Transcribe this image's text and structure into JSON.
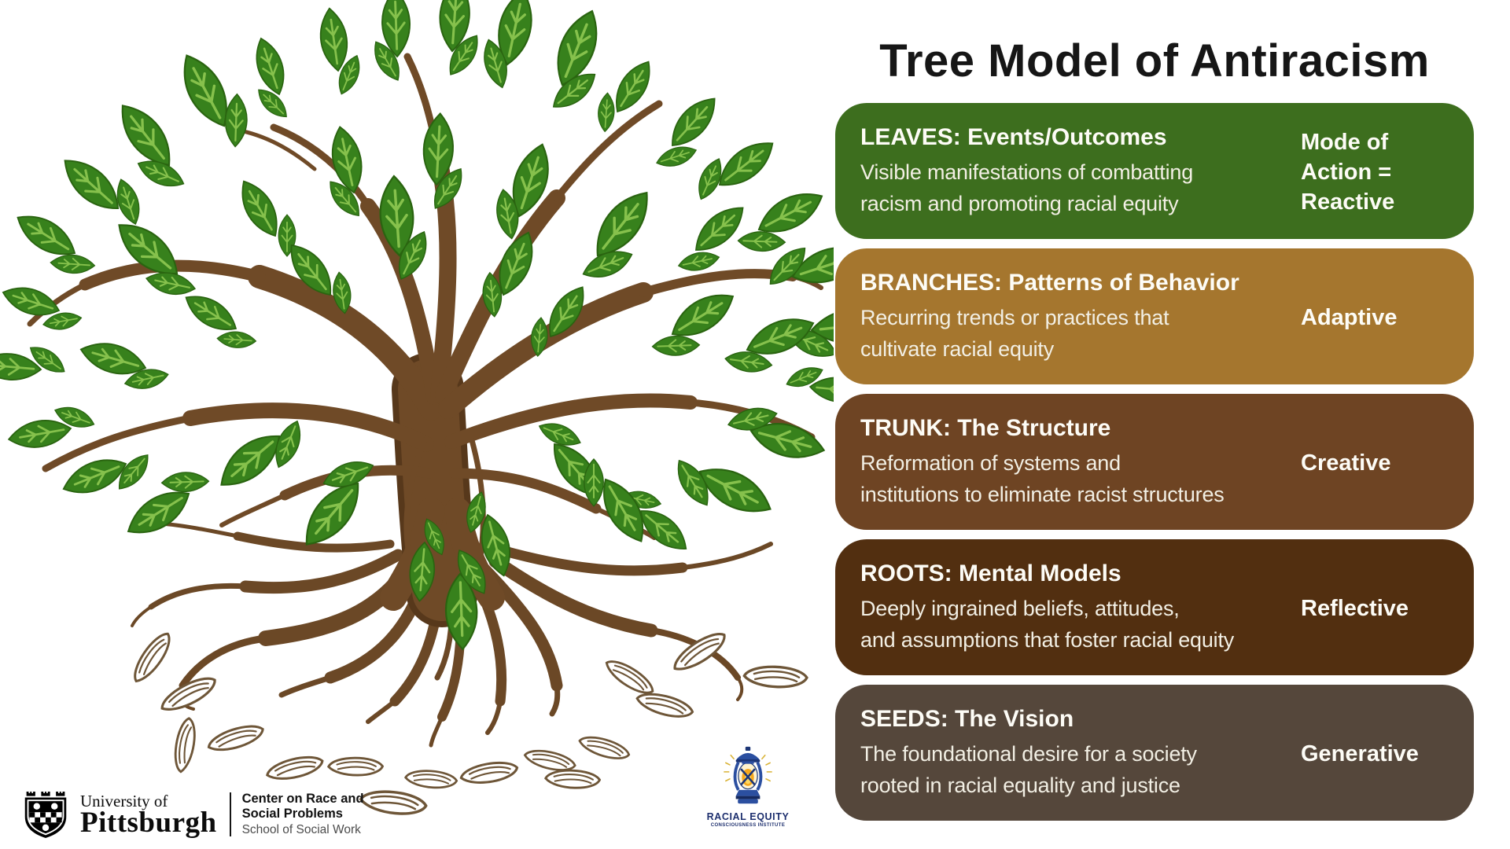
{
  "title": "Tree Model of Antiracism",
  "colors": {
    "title_color": "#161616",
    "leaf_green": "#37811c",
    "leaf_dark": "#2a6410",
    "leaf_vein": "#86c14c",
    "wood_brown": "#6f4a27",
    "wood_dark": "#57381b",
    "root_brown": "#6b4826",
    "seed_outline": "#6e5638",
    "lantern_blue": "#2b4fa0",
    "lantern_navy": "#1c3576",
    "lantern_flame": "#f6a81c",
    "lantern_text": "#1d2f6e"
  },
  "cards": [
    {
      "id": "leaves",
      "color": "#3d6e1e",
      "heading": "LEAVES: Events/Outcomes",
      "body": [
        "Visible manifestations of combatting",
        "racism and promoting racial equity"
      ],
      "mode": [
        "Mode of",
        "Action =",
        "Reactive"
      ]
    },
    {
      "id": "branches",
      "color": "#a5762e",
      "heading": "BRANCHES: Patterns of Behavior",
      "body": [
        "Recurring trends or practices that",
        "cultivate racial equity"
      ],
      "mode": [
        "Adaptive"
      ]
    },
    {
      "id": "trunk",
      "color": "#6e4423",
      "heading": "TRUNK: The Structure",
      "body": [
        "Reformation of systems and",
        "institutions to eliminate racist structures"
      ],
      "mode": [
        "Creative"
      ]
    },
    {
      "id": "roots",
      "color": "#522f10",
      "heading": "ROOTS: Mental Models",
      "body": [
        "Deeply ingrained beliefs, attitudes,",
        "and assumptions that foster racial equity"
      ],
      "mode": [
        "Reflective"
      ]
    },
    {
      "id": "seeds",
      "color": "#55473b",
      "heading": "SEEDS: The Vision",
      "body": [
        "The foundational desire for a society",
        "rooted in racial equality and justice"
      ],
      "mode": [
        "Generative"
      ]
    }
  ],
  "footer": {
    "university": {
      "line1": "University of",
      "line2": "Pittsburgh"
    },
    "department": {
      "line1": "Center on Race and",
      "line2": "Social Problems",
      "line3": "School of Social Work"
    },
    "lantern": {
      "line1": "RACIAL EQUITY",
      "line2": "CONSCIOUSNESS INSTITUTE"
    }
  }
}
